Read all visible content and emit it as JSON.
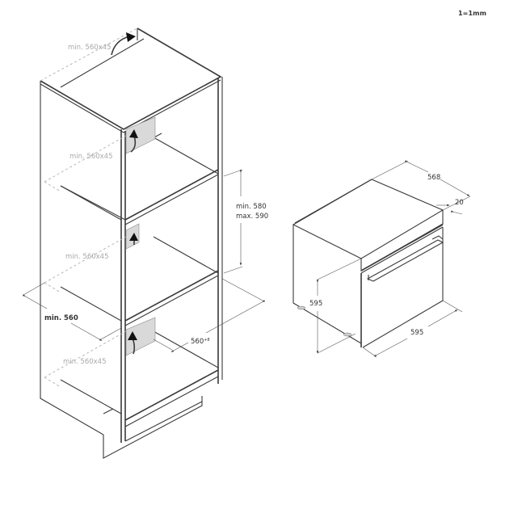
{
  "scale_note": "1=1mm",
  "cabinet": {
    "vent_labels": [
      "min. 560x45",
      "min. 560x45",
      "min. 560x45",
      "min. 560x45"
    ],
    "niche_height": {
      "min": "min. 580",
      "max": "max. 590"
    },
    "niche_width": "min. 560",
    "niche_depth": "560",
    "niche_depth_suffix": "+8"
  },
  "oven": {
    "depth": "568",
    "door_thickness": "20",
    "height": "595",
    "width": "595"
  }
}
